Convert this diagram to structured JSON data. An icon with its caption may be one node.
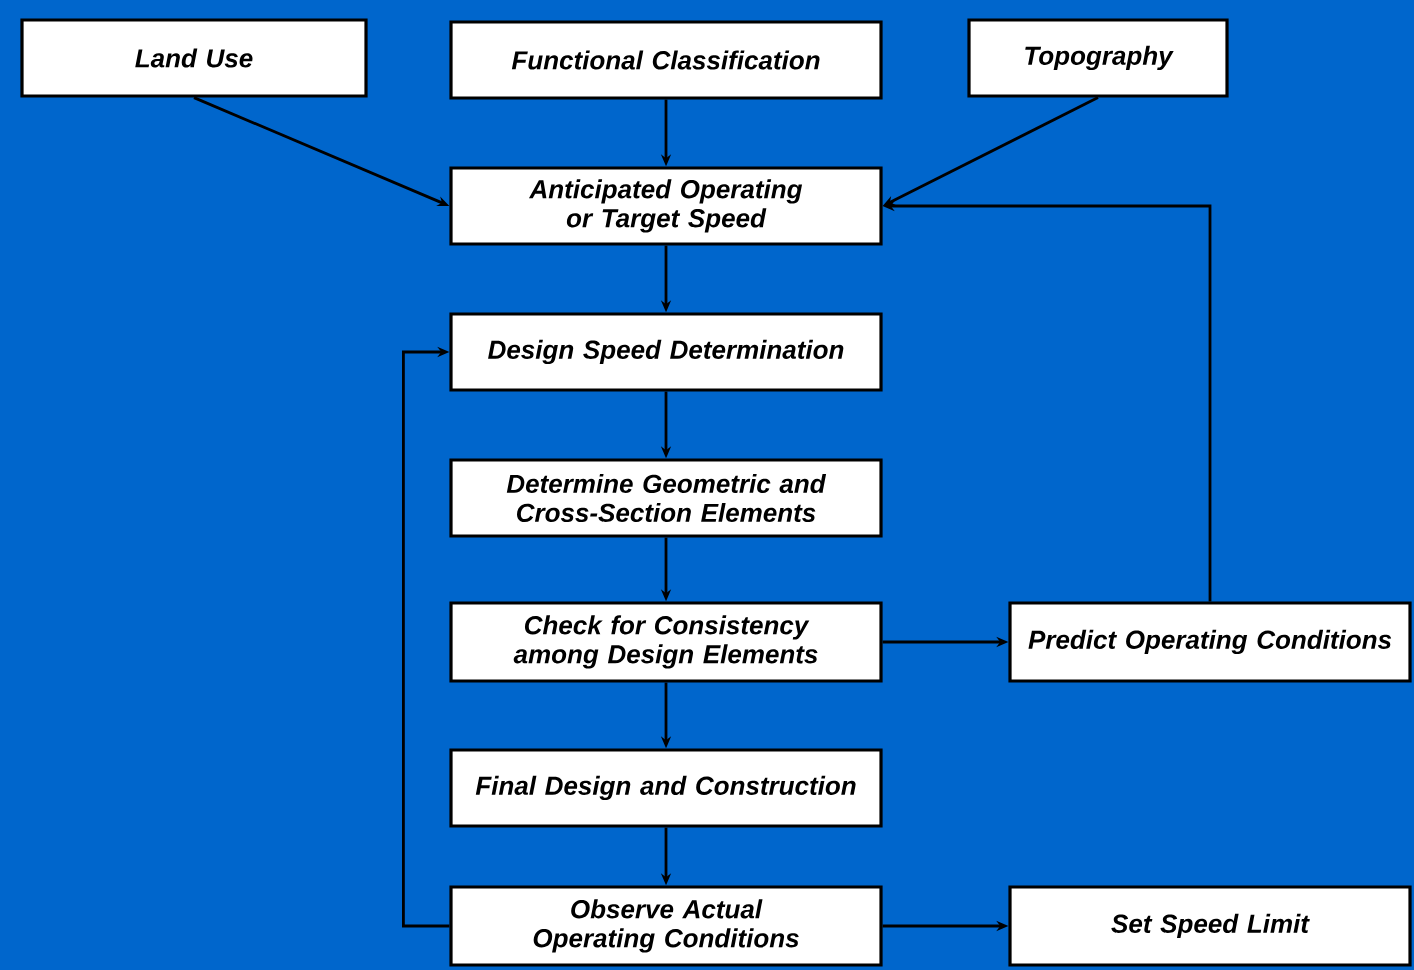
{
  "diagram": {
    "nodes": [
      {
        "text": [
          "Land Use"
        ]
      },
      {
        "text": [
          "Functional Classification"
        ]
      },
      {
        "text": [
          "Topography"
        ]
      },
      {
        "text": [
          "Anticipated Operating or Target Speed"
        ]
      },
      {
        "text": [
          "Design Speed Determination"
        ]
      },
      {
        "text": [
          "Determine Geometric and Cross-Section Elements"
        ]
      },
      {
        "text": [
          "Check for Consistency among Design Elements"
        ]
      },
      {
        "text": [
          "Final Design and Construction"
        ]
      },
      {
        "text": [
          "Observe Actual Operating Conditions"
        ]
      },
      {
        "text": [
          "Predict Operating Conditions"
        ]
      },
      {
        "text": [
          "Set Speed Limit"
        ]
      }
    ],
    "edges": [
      {
        "from": 0,
        "to": 3,
        "arrow": "to"
      },
      {
        "from": 1,
        "to": 3,
        "arrow": "to"
      },
      {
        "from": 2,
        "to": 3,
        "arrow": "to"
      },
      {
        "from": 3,
        "to": 4,
        "arrow": "to"
      },
      {
        "from": 4,
        "to": 5,
        "arrow": "to"
      },
      {
        "from": 5,
        "to": 6,
        "arrow": "to"
      },
      {
        "from": 6,
        "to": 7,
        "arrow": "to"
      },
      {
        "from": 7,
        "to": 8,
        "arrow": "to"
      },
      {
        "from": 6,
        "to": 9,
        "arrow": "to"
      },
      {
        "from": 9,
        "to": 3,
        "arrow": "to"
      },
      {
        "from": 8,
        "to": 4,
        "arrow": "to"
      },
      {
        "from": 8,
        "to": 10,
        "arrow": "to"
      }
    ]
  }
}
